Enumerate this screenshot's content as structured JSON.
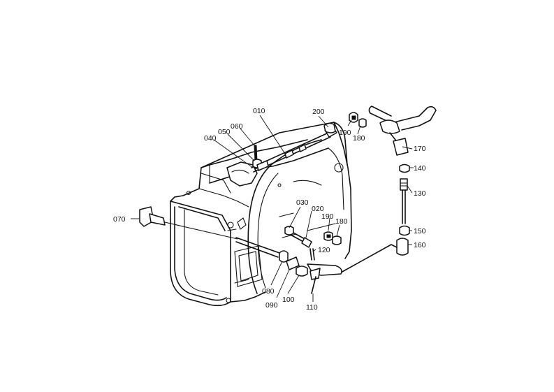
{
  "diagram": {
    "callouts": [
      "010",
      "200",
      "190",
      "180",
      "170",
      "140",
      "130",
      "150",
      "160",
      "060",
      "050",
      "040",
      "070",
      "030",
      "020",
      "190",
      "180",
      "120",
      "080",
      "090",
      "100",
      "110"
    ],
    "stroke_color": "#111111",
    "background_color": "#ffffff"
  }
}
